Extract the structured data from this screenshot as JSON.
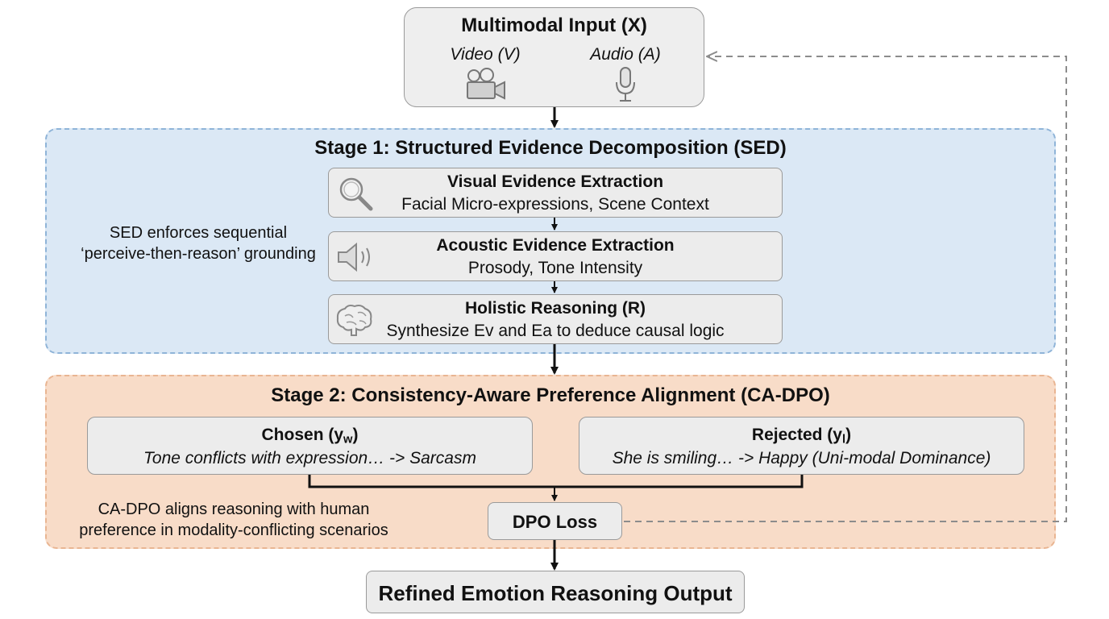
{
  "input": {
    "title": "Multimodal Input (X)",
    "video_label": "Video (V)",
    "audio_label": "Audio (A)",
    "video_icon": "video-camera-icon",
    "audio_icon": "microphone-icon"
  },
  "stage1": {
    "title": "Stage 1: Structured Evidence Decomposition (SED)",
    "note_line1": "SED enforces sequential",
    "note_line2": "‘perceive-then-reason’ grounding",
    "steps": [
      {
        "title": "Visual Evidence Extraction",
        "desc": "Facial Micro-expressions, Scene Context",
        "icon": "magnifier-icon"
      },
      {
        "title": "Acoustic Evidence Extraction",
        "desc": "Prosody, Tone Intensity",
        "icon": "speaker-icon"
      },
      {
        "title": "Holistic Reasoning (R)",
        "desc": "Synthesize Ev and Ea to deduce causal logic",
        "icon": "brain-icon"
      }
    ]
  },
  "stage2": {
    "title": "Stage 2: Consistency-Aware Preference Alignment (CA-DPO)",
    "chosen": {
      "label": "Chosen (y",
      "sub": "w",
      "close": ")",
      "text": "Tone conflicts with expression… -> Sarcasm"
    },
    "rejected": {
      "label": "Rejected (y",
      "sub": "l",
      "close": ")",
      "text": "She is smiling… -> Happy (Uni-modal Dominance)"
    },
    "note_line1": "CA-DPO aligns reasoning with human",
    "note_line2": "preference in modality-conflicting scenarios",
    "loss_label": "DPO Loss"
  },
  "output": {
    "title": "Refined Emotion Reasoning Output"
  },
  "colors": {
    "stage1_fill": "#dbe8f5",
    "stage1_border": "#8fb4d8",
    "stage2_fill": "#f8dcc8",
    "stage2_border": "#e9b592",
    "box_fill": "#ececec",
    "feedback_line": "#8c8c8c"
  }
}
